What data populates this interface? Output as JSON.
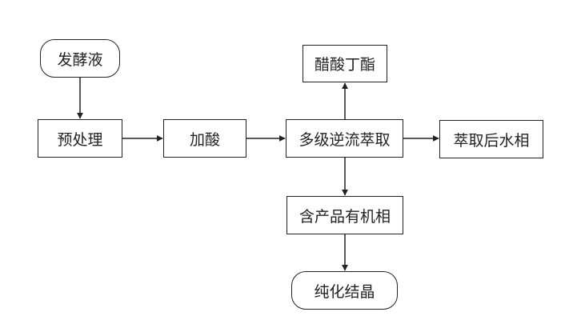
{
  "nodes": {
    "fermentation_broth": "发酵液",
    "pretreatment": "预处理",
    "acidification": "加酸",
    "multistage_extraction": "多级逆流萃取",
    "butyl_acetate": "醋酸丁酯",
    "raffinate_aqueous_phase": "萃取后水相",
    "product_organic_phase": "含产品有机相",
    "purification_crystallization": "纯化结晶"
  },
  "edges": [
    {
      "from": "fermentation_broth",
      "to": "pretreatment"
    },
    {
      "from": "pretreatment",
      "to": "acidification"
    },
    {
      "from": "acidification",
      "to": "multistage_extraction"
    },
    {
      "from": "multistage_extraction",
      "to": "butyl_acetate"
    },
    {
      "from": "multistage_extraction",
      "to": "raffinate_aqueous_phase"
    },
    {
      "from": "multistage_extraction",
      "to": "product_organic_phase"
    },
    {
      "from": "product_organic_phase",
      "to": "purification_crystallization"
    }
  ],
  "colors": {
    "stroke": "#222222",
    "background": "#ffffff",
    "text": "#222222"
  }
}
